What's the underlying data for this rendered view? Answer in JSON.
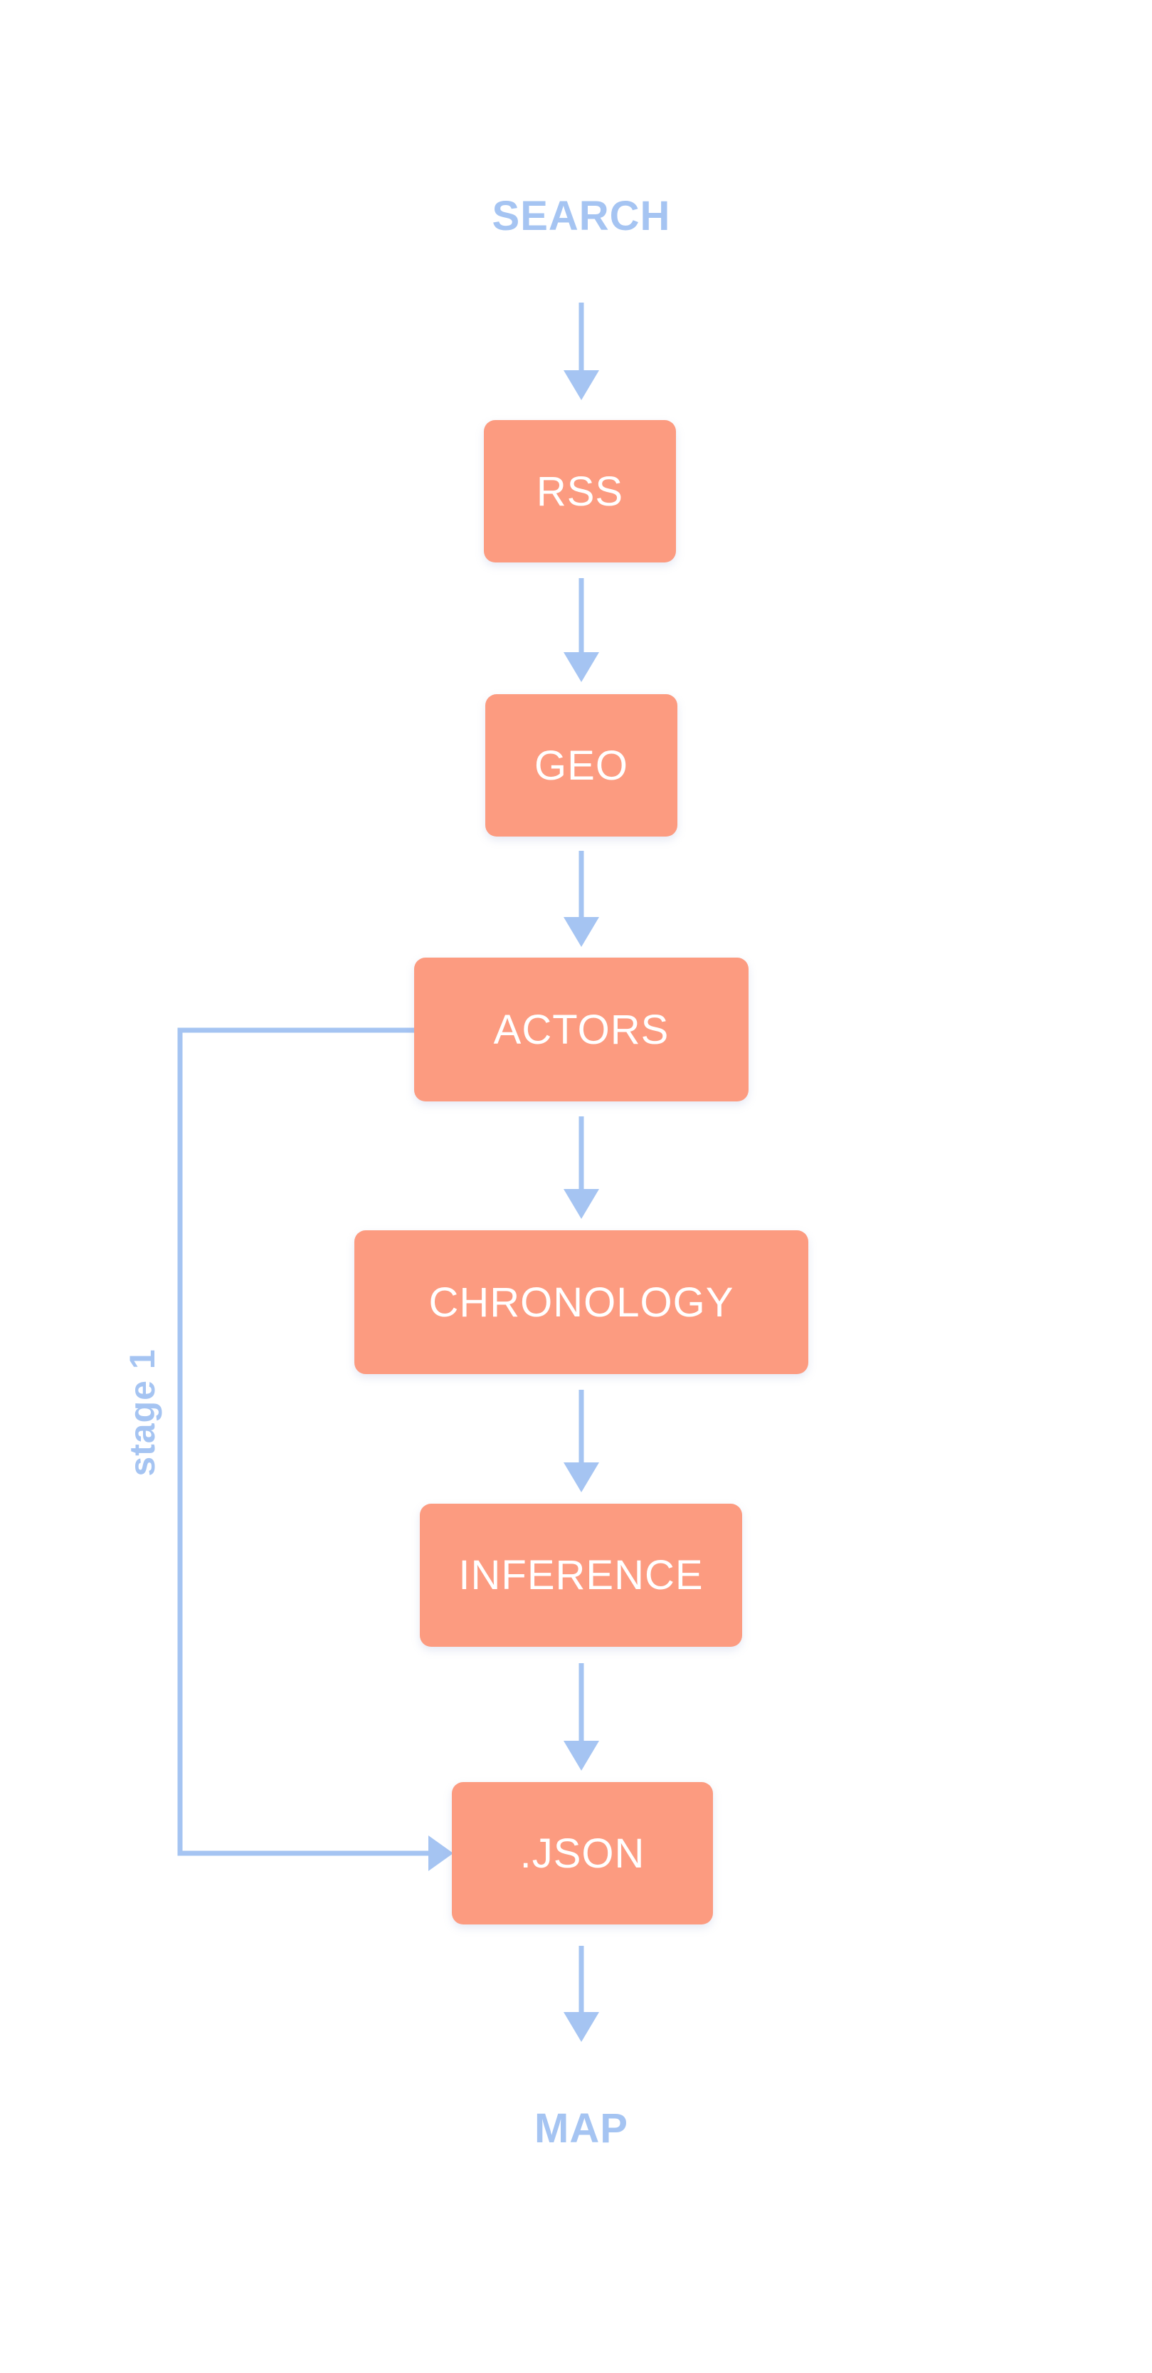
{
  "diagram": {
    "title": "SEARCH",
    "nodes": [
      {
        "id": "rss",
        "label": "RSS"
      },
      {
        "id": "geo",
        "label": "GEO"
      },
      {
        "id": "actors",
        "label": "ACTORS"
      },
      {
        "id": "chronology",
        "label": "CHRONOLOGY"
      },
      {
        "id": "inference",
        "label": "INFERENCE"
      },
      {
        "id": "json",
        "label": ".JSON"
      }
    ],
    "end_label": "MAP",
    "branch_label": "stage 1",
    "edges": [
      {
        "from": "SEARCH",
        "to": "RSS"
      },
      {
        "from": "RSS",
        "to": "GEO"
      },
      {
        "from": "GEO",
        "to": "ACTORS"
      },
      {
        "from": "ACTORS",
        "to": "CHRONOLOGY"
      },
      {
        "from": "CHRONOLOGY",
        "to": "INFERENCE"
      },
      {
        "from": "INFERENCE",
        "to": ".JSON"
      },
      {
        "from": ".JSON",
        "to": "MAP"
      },
      {
        "from": "ACTORS",
        "to": ".JSON",
        "label": "stage 1"
      }
    ]
  },
  "colors": {
    "node_fill": "#FC9B80",
    "node_text": "#FFFFFF",
    "accent": "#A5C4F2",
    "background": "#FFFFFF"
  }
}
